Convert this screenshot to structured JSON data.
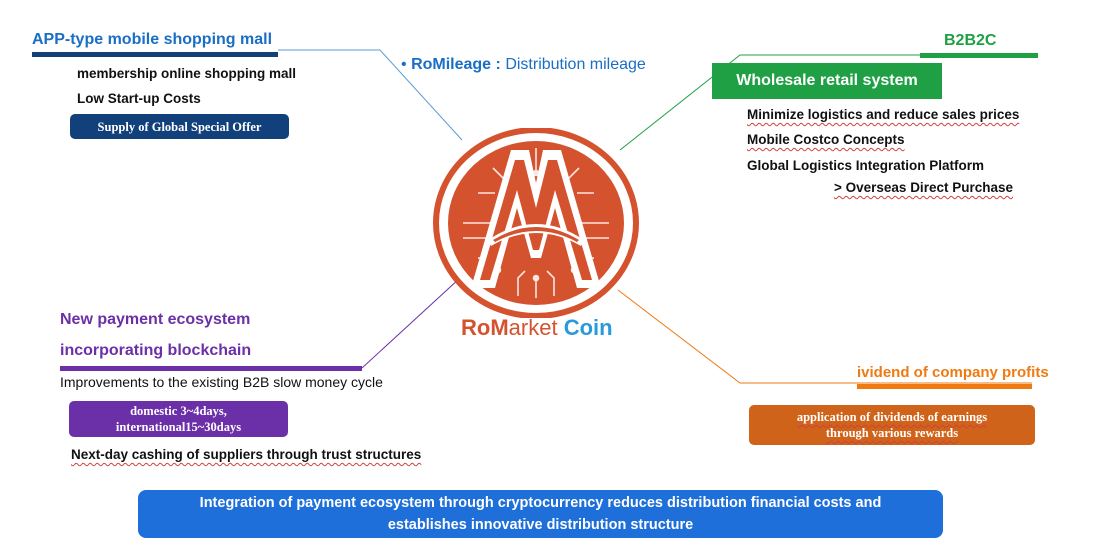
{
  "top_left": {
    "title": "APP-type mobile shopping mall",
    "items": [
      "membership online shopping mall",
      "Low Start-up Costs"
    ],
    "badge": "Supply of Global Special Offer"
  },
  "top_center": {
    "bullet": "•",
    "label": "RoMileage :",
    "text": "Distribution mileage"
  },
  "top_right": {
    "title": "B2B2C",
    "banner": "Wholesale retail system",
    "items": [
      "Minimize logistics and reduce sales prices",
      "Mobile Costco Concepts",
      "Global Logistics Integration Platform",
      "> Overseas Direct Purchase"
    ]
  },
  "logo": {
    "name_part1": "RoM",
    "name_part2": "arket",
    "name_part3": "Coin"
  },
  "bottom_left": {
    "title_line1": "New payment ecosystem",
    "title_line2": "incorporating blockchain",
    "text": "Improvements  to the  existing B2B slow money cycle",
    "badge_line1": "domestic 3~4days,",
    "badge_line2": "international15~30days",
    "footer": "Next-day cashing of suppliers through trust structures"
  },
  "bottom_right": {
    "title": "ividend of company profits",
    "badge_line1": "application of dividends of earnings",
    "badge_line2": "through various rewards"
  },
  "footer_banner": {
    "line1": "Integration of payment ecosystem through cryptocurrency reduces distribution  financial costs and",
    "line2": "establishes  innovative distribution  structure"
  },
  "colors": {
    "blue": "#1a6fc4",
    "navy": "#12407a",
    "green": "#1fa045",
    "purple": "#6b2fa8",
    "orange": "#f07a12",
    "orange_badge": "#d0631a",
    "logo_red": "#d4522e",
    "banner_blue": "#1e6fd9"
  }
}
